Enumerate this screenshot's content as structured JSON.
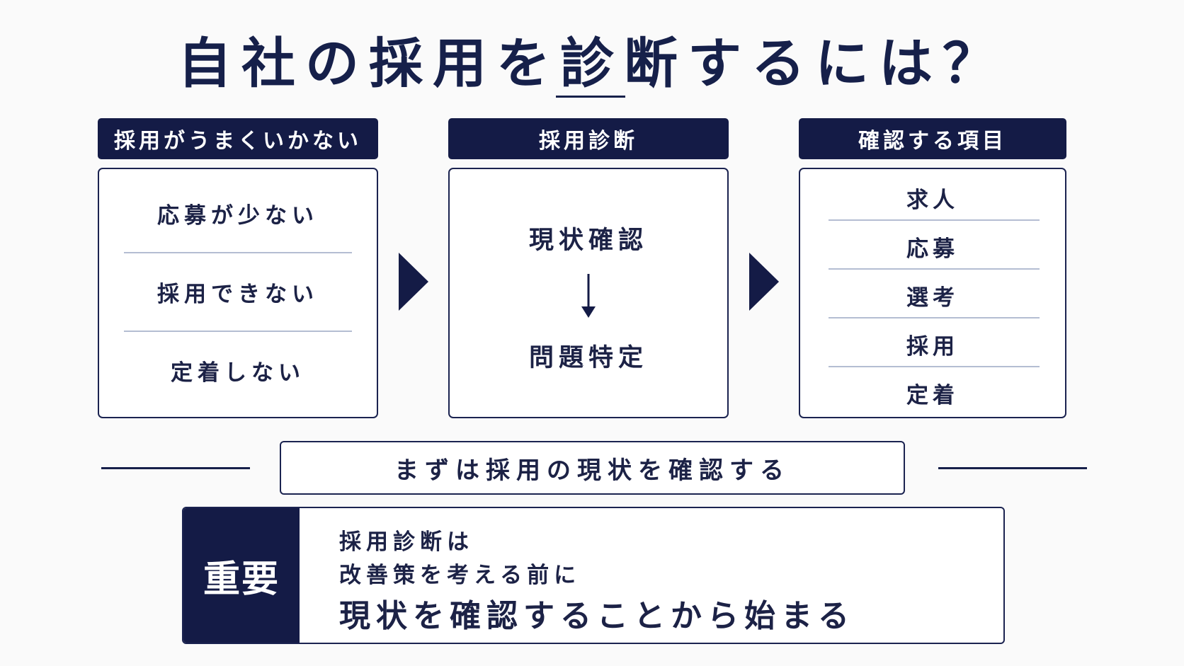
{
  "title": "自社の採用を診断するには？",
  "columns": [
    {
      "header": "採用がうまくいかない",
      "items": [
        "応募が少ない",
        "採用できない",
        "定着しない"
      ]
    },
    {
      "header": "採用診断",
      "items": [
        "現状確認",
        "問題特定"
      ]
    },
    {
      "header": "確認する項目",
      "items": [
        "求人",
        "応募",
        "選考",
        "採用",
        "定着"
      ]
    }
  ],
  "banner": "まずは採用の現状を確認する",
  "important": {
    "label": "重要",
    "lines": [
      "採用診断は",
      "改善策を考える前に",
      "現状を確認することから始まる"
    ]
  },
  "colors": {
    "navy": "#141b46",
    "background": "#fafafa",
    "separator": "#b4bdd2"
  }
}
